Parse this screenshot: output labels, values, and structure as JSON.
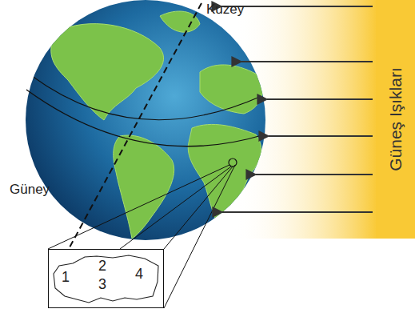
{
  "diagram": {
    "nodes": [
      {
        "text": [
          "Güneş Işıkları"
        ]
      },
      {
        "text": [
          "1",
          "2",
          "3",
          "4"
        ]
      }
    ],
    "labels": [
      "Kuzey",
      "Güney"
    ]
  }
}
